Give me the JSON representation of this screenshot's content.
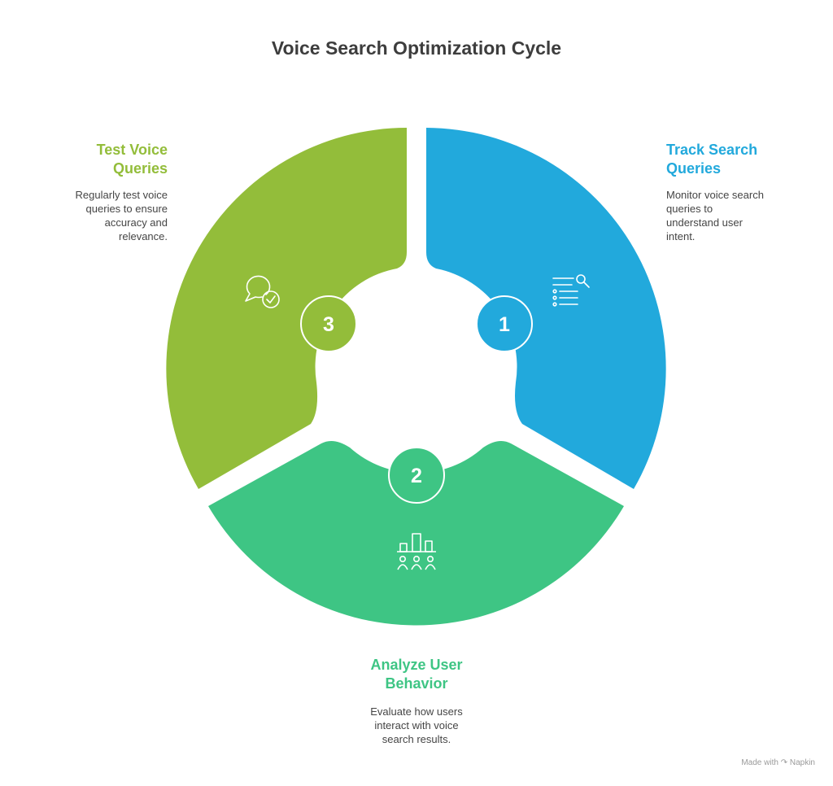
{
  "title": "Voice Search Optimization Cycle",
  "steps": [
    {
      "number": "1",
      "title_line1": "Track Search",
      "title_line2": "Queries",
      "desc_lines": [
        "Monitor voice search",
        "queries to",
        "understand user",
        "intent."
      ],
      "color": "#22A9DC",
      "icon": "search-list-icon"
    },
    {
      "number": "2",
      "title_line1": "Analyze User",
      "title_line2": "Behavior",
      "desc_lines": [
        "Evaluate how users",
        "interact with voice",
        "search results."
      ],
      "color": "#3EC584",
      "icon": "users-analytics-icon"
    },
    {
      "number": "3",
      "title_line1": "Test Voice",
      "title_line2": "Queries",
      "desc_lines": [
        "Regularly test voice",
        "queries to ensure",
        "accuracy and",
        "relevance."
      ],
      "color": "#93BD3A",
      "icon": "chat-check-icon"
    }
  ],
  "footer": {
    "prefix": "Made with",
    "brand": "Napkin"
  }
}
